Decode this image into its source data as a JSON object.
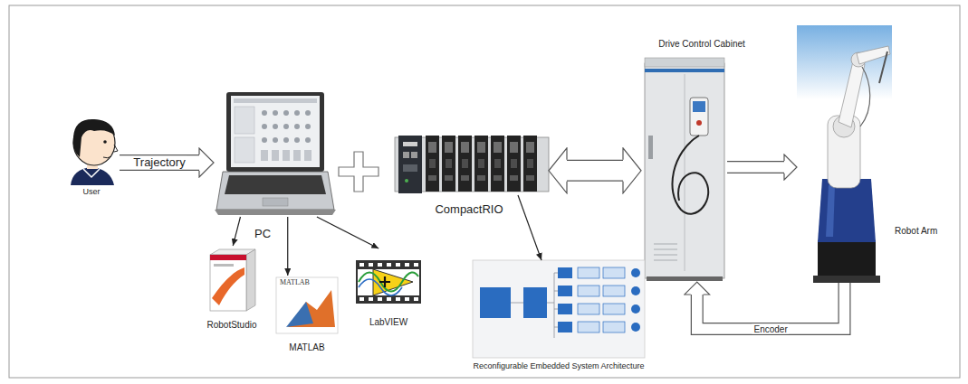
{
  "diagram": {
    "nodes": [
      {
        "text": [
          "User"
        ]
      },
      {
        "text": [
          "PC"
        ]
      },
      {
        "text": [
          "CompactRIO"
        ]
      },
      {
        "text": [
          "Drive Control Cabinet"
        ]
      },
      {
        "text": [
          "Robot Arm"
        ]
      },
      {
        "text": [
          "RobotStudio"
        ]
      },
      {
        "text": [
          "MATLAB"
        ]
      },
      {
        "text": [
          "LabVIEW"
        ]
      },
      {
        "text": [
          "Reconfigurable Embedded System Architecture"
        ]
      }
    ],
    "edges": [
      {
        "from": 0,
        "to": 1,
        "label": "Trajectory",
        "arrow": "to"
      },
      {
        "from": 1,
        "to": 5,
        "arrow": "to"
      },
      {
        "from": 1,
        "to": 6,
        "arrow": "to"
      },
      {
        "from": 1,
        "to": 7,
        "arrow": "to"
      },
      {
        "from": 2,
        "to": 3,
        "arrow": "both"
      },
      {
        "from": 3,
        "to": 4,
        "arrow": "to"
      },
      {
        "from": 4,
        "to": 3,
        "label": "Encoder",
        "arrow": "to"
      },
      {
        "from": 2,
        "to": 8,
        "arrow": "to"
      }
    ],
    "labels": [
      "MATLAB"
    ]
  }
}
